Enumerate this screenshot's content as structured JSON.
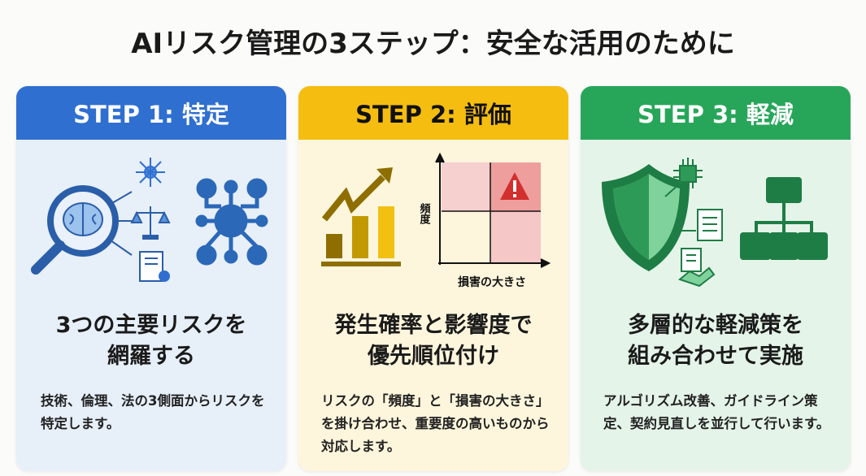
{
  "title": "AIリスク管理の3ステップ：安全な活用のために",
  "steps": [
    {
      "label": "STEP 1: 特定",
      "heading_line1": "3つの主要リスクを",
      "heading_line2": "網羅する",
      "description": "技術、倫理、法の3側面からリスクを特定します。",
      "color": "#2f6fd0"
    },
    {
      "label": "STEP 2: 評価",
      "heading_line1": "発生確率と影響度で",
      "heading_line2": "優先順位付け",
      "description": "リスクの「頻度」と「損害の大きさ」を掛け合わせ、重要度の高いものから対応します。",
      "color": "#f5bd10",
      "matrix": {
        "y_axis": "頻度",
        "x_axis": "損害の大きさ"
      }
    },
    {
      "label": "STEP 3: 軽減",
      "heading_line1": "多層的な軽減策を",
      "heading_line2": "組み合わせて実施",
      "description": "アルゴリズム改善、ガイドライン策定、契約見直しを並行して行います。",
      "color": "#27a65a"
    }
  ]
}
